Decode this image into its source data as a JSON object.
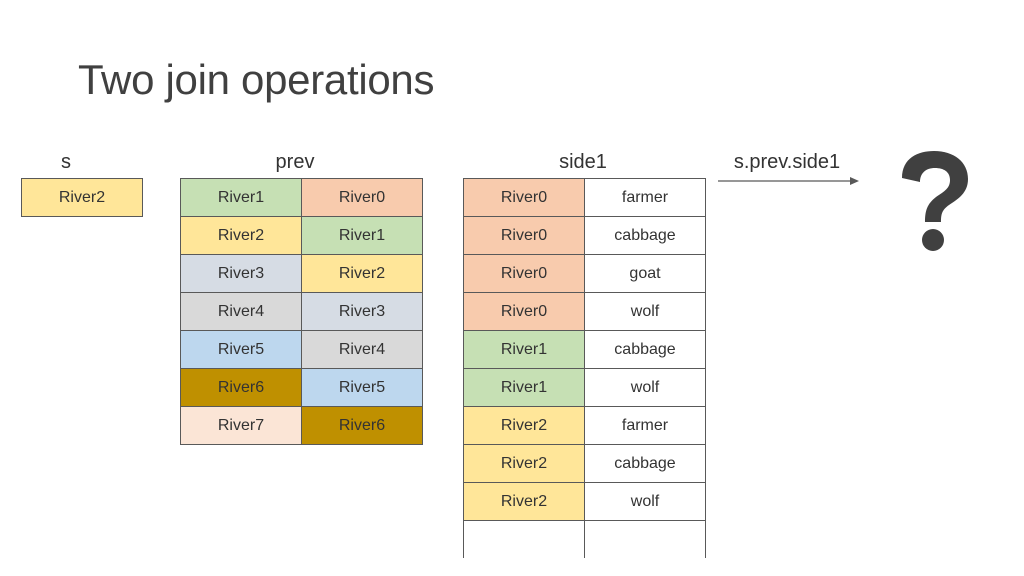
{
  "title": "Two join operations",
  "colors": {
    "River0": "#f8cbad",
    "River1": "#c6e0b4",
    "River2": "#ffe699",
    "River3": "#d6dce4",
    "River4": "#d9d9d9",
    "River5": "#bdd7ee",
    "River6": "#bf9000",
    "River7": "#fbe5d6"
  },
  "s": {
    "label": "s",
    "rows": [
      [
        "River2"
      ]
    ]
  },
  "prev": {
    "label": "prev",
    "rows": [
      [
        "River1",
        "River0"
      ],
      [
        "River2",
        "River1"
      ],
      [
        "River3",
        "River2"
      ],
      [
        "River4",
        "River3"
      ],
      [
        "River5",
        "River4"
      ],
      [
        "River6",
        "River5"
      ],
      [
        "River7",
        "River6"
      ]
    ]
  },
  "side1": {
    "label": "side1",
    "rows": [
      [
        "River0",
        "farmer"
      ],
      [
        "River0",
        "cabbage"
      ],
      [
        "River0",
        "goat"
      ],
      [
        "River0",
        "wolf"
      ],
      [
        "River1",
        "cabbage"
      ],
      [
        "River1",
        "wolf"
      ],
      [
        "River2",
        "farmer"
      ],
      [
        "River2",
        "cabbage"
      ],
      [
        "River2",
        "wolf"
      ]
    ]
  },
  "result": {
    "label": "s.prev.side1",
    "icon": "question-mark-icon"
  }
}
